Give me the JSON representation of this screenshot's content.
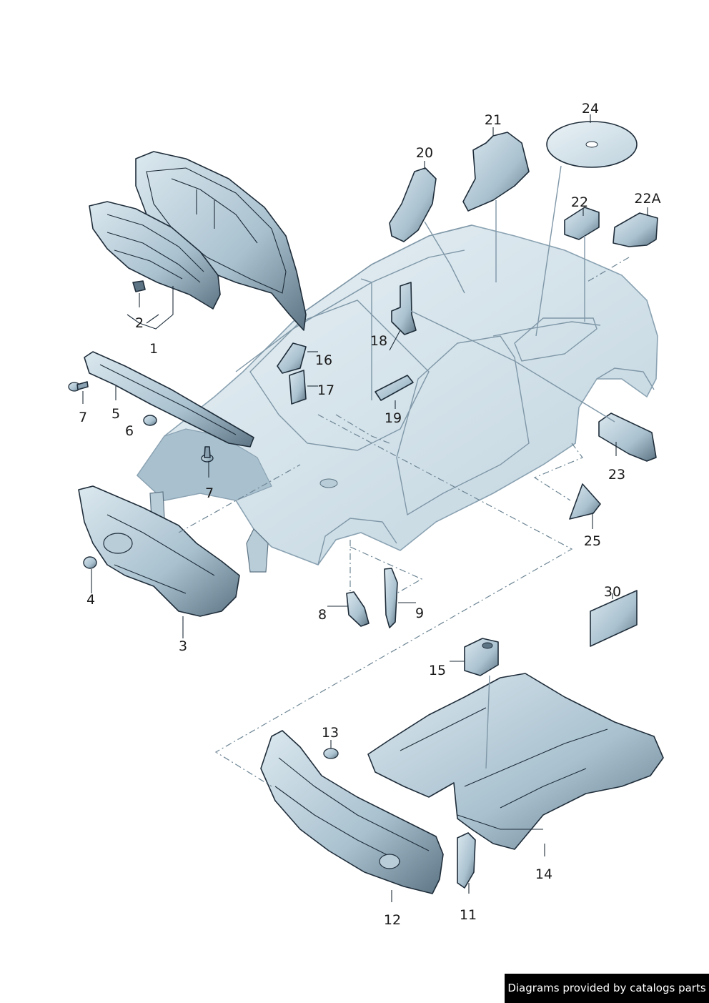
{
  "callouts": [
    {
      "id": "1",
      "label": "1"
    },
    {
      "id": "2",
      "label": "2"
    },
    {
      "id": "3",
      "label": "3"
    },
    {
      "id": "4",
      "label": "4"
    },
    {
      "id": "5",
      "label": "5"
    },
    {
      "id": "6",
      "label": "6"
    },
    {
      "id": "7a",
      "label": "7"
    },
    {
      "id": "7b",
      "label": "7"
    },
    {
      "id": "8",
      "label": "8"
    },
    {
      "id": "9",
      "label": "9"
    },
    {
      "id": "11",
      "label": "11"
    },
    {
      "id": "12",
      "label": "12"
    },
    {
      "id": "13",
      "label": "13"
    },
    {
      "id": "14",
      "label": "14"
    },
    {
      "id": "15",
      "label": "15"
    },
    {
      "id": "16",
      "label": "16"
    },
    {
      "id": "17",
      "label": "17"
    },
    {
      "id": "18",
      "label": "18"
    },
    {
      "id": "19",
      "label": "19"
    },
    {
      "id": "20",
      "label": "20"
    },
    {
      "id": "21",
      "label": "21"
    },
    {
      "id": "22",
      "label": "22"
    },
    {
      "id": "22A",
      "label": "22A"
    },
    {
      "id": "23",
      "label": "23"
    },
    {
      "id": "24",
      "label": "24"
    },
    {
      "id": "25",
      "label": "25"
    },
    {
      "id": "30",
      "label": "30"
    }
  ],
  "credit": "Diagrams provided by catalogs parts",
  "colors": {
    "part_fill": "#c6d8e2",
    "part_dark": "#5d7484",
    "body_fill": "#d9e6ee",
    "outline": "#1f2d3a",
    "dash": "#6d8594"
  }
}
